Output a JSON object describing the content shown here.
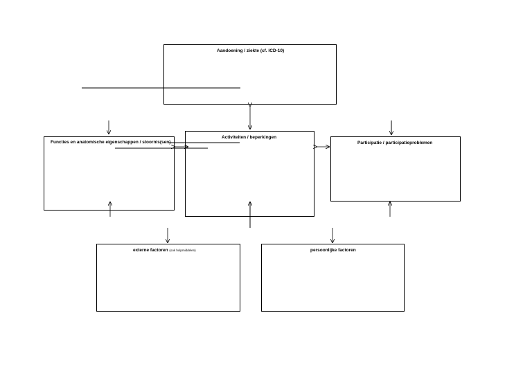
{
  "boxes": {
    "condition": {
      "title": "Aandoening / ziekte (cf. ICD-10)"
    },
    "functions": {
      "title": "Functies en anatomische eigenschappen / stoornis(sen)"
    },
    "activities": {
      "title": "Activiteiten / beperkingen"
    },
    "participation": {
      "title": "Participatie / participatieproblemen"
    },
    "external": {
      "title": "externe factoren",
      "note": "(ook hulpmiddelen)"
    },
    "personal": {
      "title": "persoonlijke factoren"
    }
  },
  "colors": {
    "line": "#000000",
    "background": "#ffffff"
  }
}
